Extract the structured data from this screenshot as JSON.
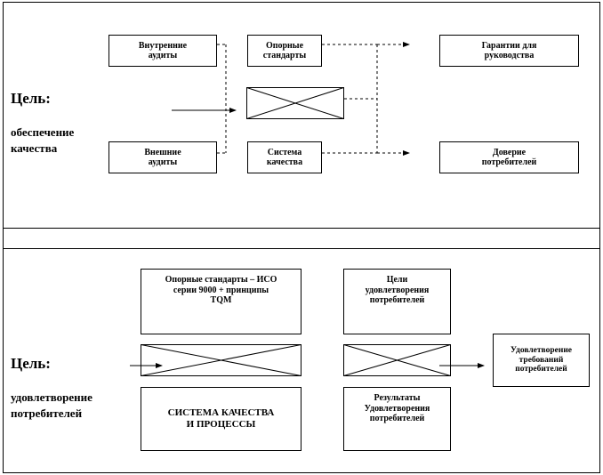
{
  "panel1": {
    "goal_word": "Цель",
    "goal_colon": ":",
    "goal_text": "обеспечение\nкачества",
    "boxes": {
      "internal_audits": "Внутренние\nаудиты",
      "external_audits": "Внешние\nаудиты",
      "reference_standards": "Опорные\nстандарты",
      "quality_system": "Система\nкачества",
      "guarantees": "Гарантии для\nруководства",
      "consumer_trust": "Доверие\nпотребителей"
    }
  },
  "panel2": {
    "goal_word": "Цель:",
    "goal_text": "удовлетворение\nпотребителей",
    "boxes": {
      "standards_iso": "Опорные стандарты – ИСО\nсерии 9000 + принципы\nTQM",
      "quality_processes": "СИСТЕМА КАЧЕСТВА\nИ ПРОЦЕССЫ",
      "satisfaction_goals": "Цели\nудовлетворения\nпотребителей",
      "satisfaction_results": "Результаты\nУдовлетворения\nпотребителей",
      "requirements_satisfaction": "Удовлетворение\nтребований\nпотребителей"
    }
  }
}
